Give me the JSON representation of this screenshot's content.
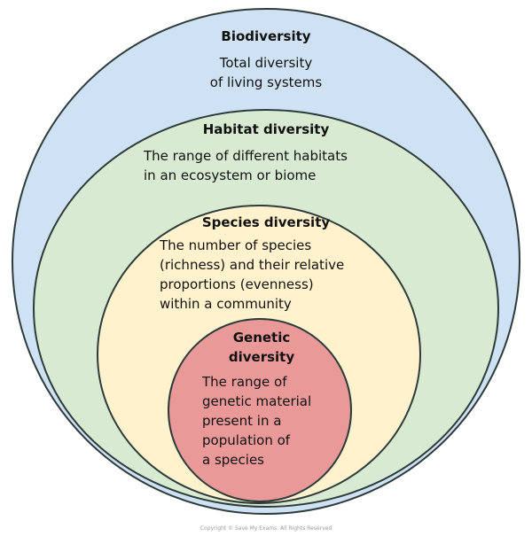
{
  "colors": {
    "biodiversity": "#cfe2f3",
    "habitat": "#d9ead3",
    "species": "#fff2cc",
    "genetic": "#ea9999",
    "outline": "#2e3b3b"
  },
  "levels": [
    {
      "title": "Biodiversity",
      "description": "Total diversity\nof living systems"
    },
    {
      "title": "Habitat diversity",
      "description": "The range of different habitats\nin an ecosystem or biome"
    },
    {
      "title": "Species diversity",
      "description": "The number of species\n(richness) and their relative\nproportions (evenness)\nwithin a community"
    },
    {
      "title": "Genetic\ndiversity",
      "description": "The range of\ngenetic material\npresent in a\npopulation of\na species"
    }
  ],
  "copyright": "Copyright © Save My Exams. All Rights Reserved"
}
